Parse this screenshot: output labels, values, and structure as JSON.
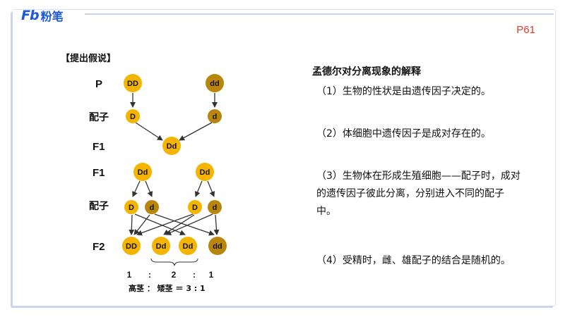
{
  "brand": {
    "logo_mark": "Fb",
    "logo_text": "粉笔"
  },
  "page_number": "P61",
  "diagram": {
    "title": "【提出假说】",
    "row_labels": {
      "p": "P",
      "gamete1": "配子",
      "f1_a": "F1",
      "f1_b": "F1",
      "gamete2": "配子",
      "f2": "F2"
    },
    "p_parents": [
      "DD",
      "dd"
    ],
    "p_gametes": [
      "D",
      "d"
    ],
    "f1_offspring": "Dd",
    "f1_parents": [
      "Dd",
      "Dd"
    ],
    "f1_gametes": [
      "D",
      "d",
      "D",
      "d"
    ],
    "f2_offspring": [
      "DD",
      "Dd",
      "Dd",
      "dd"
    ],
    "ratio": [
      "1",
      ":",
      "2",
      ":",
      "1"
    ],
    "phenotype_ratio": "高茎 ： 矮茎 ＝ 3 : 1",
    "colors": {
      "dominant": "#f5b400",
      "recessive": "#b8860b",
      "arrow": "#333333"
    }
  },
  "explanation": {
    "title": "孟德尔对分离现象的解释",
    "points": [
      "（1）生物的性状是由遗传因子决定的。",
      "（2）体细胞中遗传因子是成对存在的。",
      "（3）生物体在形成生殖细胞——配子时，成对的遗传因子彼此分离，分别进入不同的配子中。",
      "（4）受精时，雌、雄配子的结合是随机的。"
    ]
  }
}
